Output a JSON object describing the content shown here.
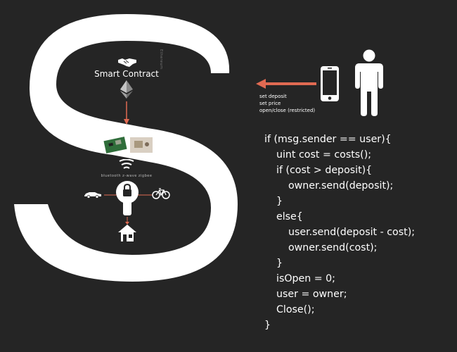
{
  "diagram": {
    "big_letter": "S",
    "smart_contract_label": "Smart Contract",
    "side_text": "Ethereum",
    "protocols_label": "bluetooth z-wave zigbee",
    "car_label": "",
    "bike_label": "",
    "actions": [
      "set deposit",
      "set price",
      "open/close (restricted)"
    ],
    "code_lines": [
      {
        "indent": 0,
        "text": "if (msg.sender == user){"
      },
      {
        "indent": 1,
        "text": "uint cost = costs();"
      },
      {
        "indent": 1,
        "text": "if (cost > deposit){"
      },
      {
        "indent": 2,
        "text": "owner.send(deposit);"
      },
      {
        "indent": 1,
        "text": "}"
      },
      {
        "indent": 1,
        "text": "else{"
      },
      {
        "indent": 2,
        "text": "user.send(deposit - cost);"
      },
      {
        "indent": 2,
        "text": "owner.send(cost);"
      },
      {
        "indent": 1,
        "text": "}"
      },
      {
        "indent": 1,
        "text": "isOpen = 0;"
      },
      {
        "indent": 1,
        "text": "user = owner;"
      },
      {
        "indent": 1,
        "text": "Close();"
      },
      {
        "indent": 0,
        "text": "}"
      }
    ],
    "colors": {
      "background": "#252525",
      "foreground": "#ffffff",
      "arrow": "#e06a52"
    },
    "icons": [
      "handshake-icon",
      "ethereum-icon",
      "circuit-board-icon",
      "wifi-signal-icon",
      "car-icon",
      "padlock-icon",
      "bicycle-icon",
      "house-icon",
      "smartphone-icon",
      "person-icon"
    ]
  }
}
